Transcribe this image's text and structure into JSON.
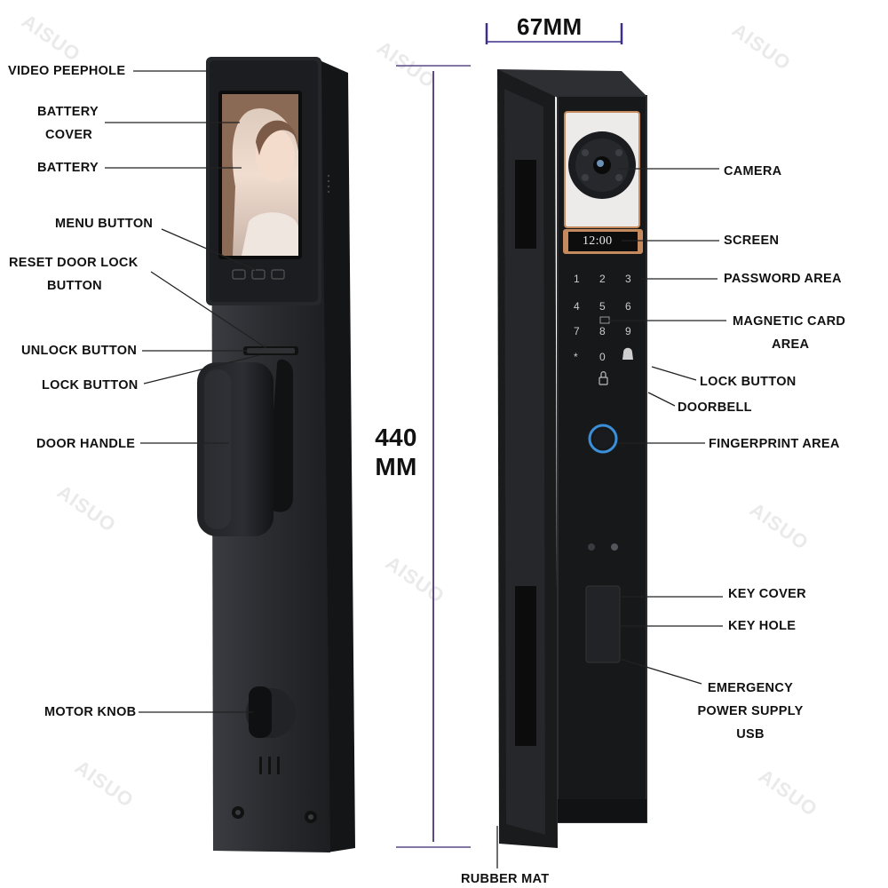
{
  "watermark": "AISUO",
  "dimensions": {
    "width_label": "67MM",
    "height_line1": "440",
    "height_line2": "MM"
  },
  "screen_time": "12:00",
  "keypad": [
    "1",
    "2",
    "3",
    "4",
    "5",
    "6",
    "7",
    "8",
    "9",
    "*",
    "0"
  ],
  "left_labels": {
    "video_peephole": "VIDEO PEEPHOLE",
    "battery_cover_1": "BATTERY",
    "battery_cover_2": "COVER",
    "battery": "BATTERY",
    "menu_button": "MENU BUTTON",
    "reset_1": "RESET DOOR LOCK",
    "reset_2": "BUTTON",
    "unlock_button": "UNLOCK BUTTON",
    "lock_button": "LOCK BUTTON",
    "door_handle": "DOOR HANDLE",
    "motor_knob": "MOTOR KNOB"
  },
  "right_labels": {
    "camera": "CAMERA",
    "screen": "SCREEN",
    "password_area": "PASSWORD AREA",
    "magnetic_1": "MAGNETIC CARD",
    "magnetic_2": "AREA",
    "lock_button": "LOCK BUTTON",
    "doorbell": "DOORBELL",
    "fingerprint_area": "FINGERPRINT AREA",
    "key_cover": "KEY COVER",
    "key_hole": "KEY HOLE",
    "emergency_1": "EMERGENCY",
    "emergency_2": "POWER SUPPLY",
    "emergency_3": "USB",
    "rubber_mat": "RUBBER MAT"
  },
  "colors": {
    "lock_body": "#2b2c30",
    "lock_dark": "#151618",
    "accent_copper": "#c58a5e",
    "fingerprint_ring": "#3a8fd8",
    "dimension_line": "#5a4a8a"
  }
}
